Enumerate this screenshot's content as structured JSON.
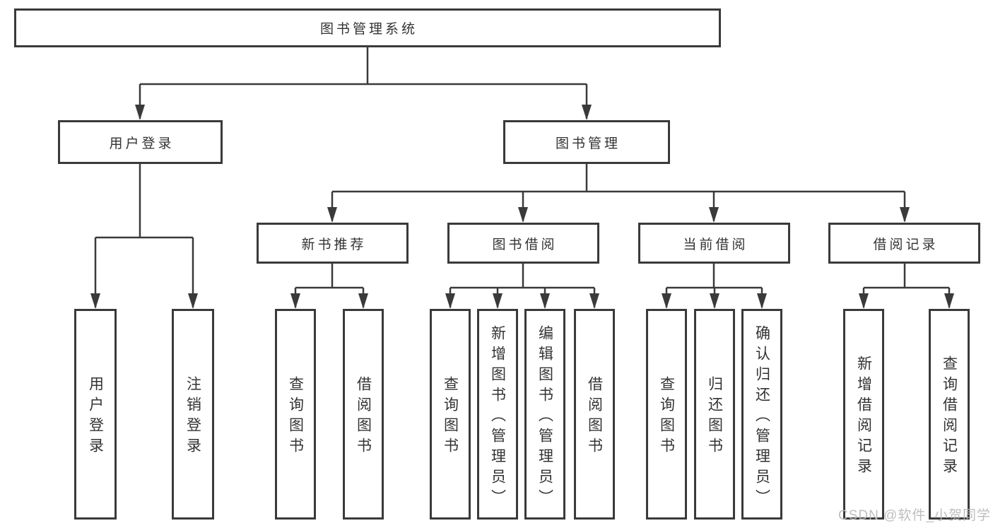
{
  "diagram": {
    "watermark": "CSDN @软件_小贺同学",
    "colors": {
      "line": "#3a3a3a",
      "border": "#3a3a3a",
      "text": "#333333",
      "background": "#ffffff",
      "watermark": "#b9b9b9"
    },
    "root": {
      "label": "图书管理系统",
      "children": [
        {
          "label": "用户登录",
          "children": [
            {
              "label": "用户登录"
            },
            {
              "label": "注销登录"
            }
          ]
        },
        {
          "label": "图书管理",
          "children": [
            {
              "label": "新书推荐",
              "children": [
                {
                  "label": "查询图书"
                },
                {
                  "label": "借阅图书"
                }
              ]
            },
            {
              "label": "图书借阅",
              "children": [
                {
                  "label": "查询图书"
                },
                {
                  "label": "新增图书（管理员）"
                },
                {
                  "label": "编辑图书（管理员）"
                },
                {
                  "label": "借阅图书"
                }
              ]
            },
            {
              "label": "当前借阅",
              "children": [
                {
                  "label": "查询图书"
                },
                {
                  "label": "归还图书"
                },
                {
                  "label": "确认归还（管理员）"
                }
              ]
            },
            {
              "label": "借阅记录",
              "children": [
                {
                  "label": "新增借阅记录"
                },
                {
                  "label": "查询借阅记录"
                }
              ]
            }
          ]
        }
      ]
    }
  }
}
